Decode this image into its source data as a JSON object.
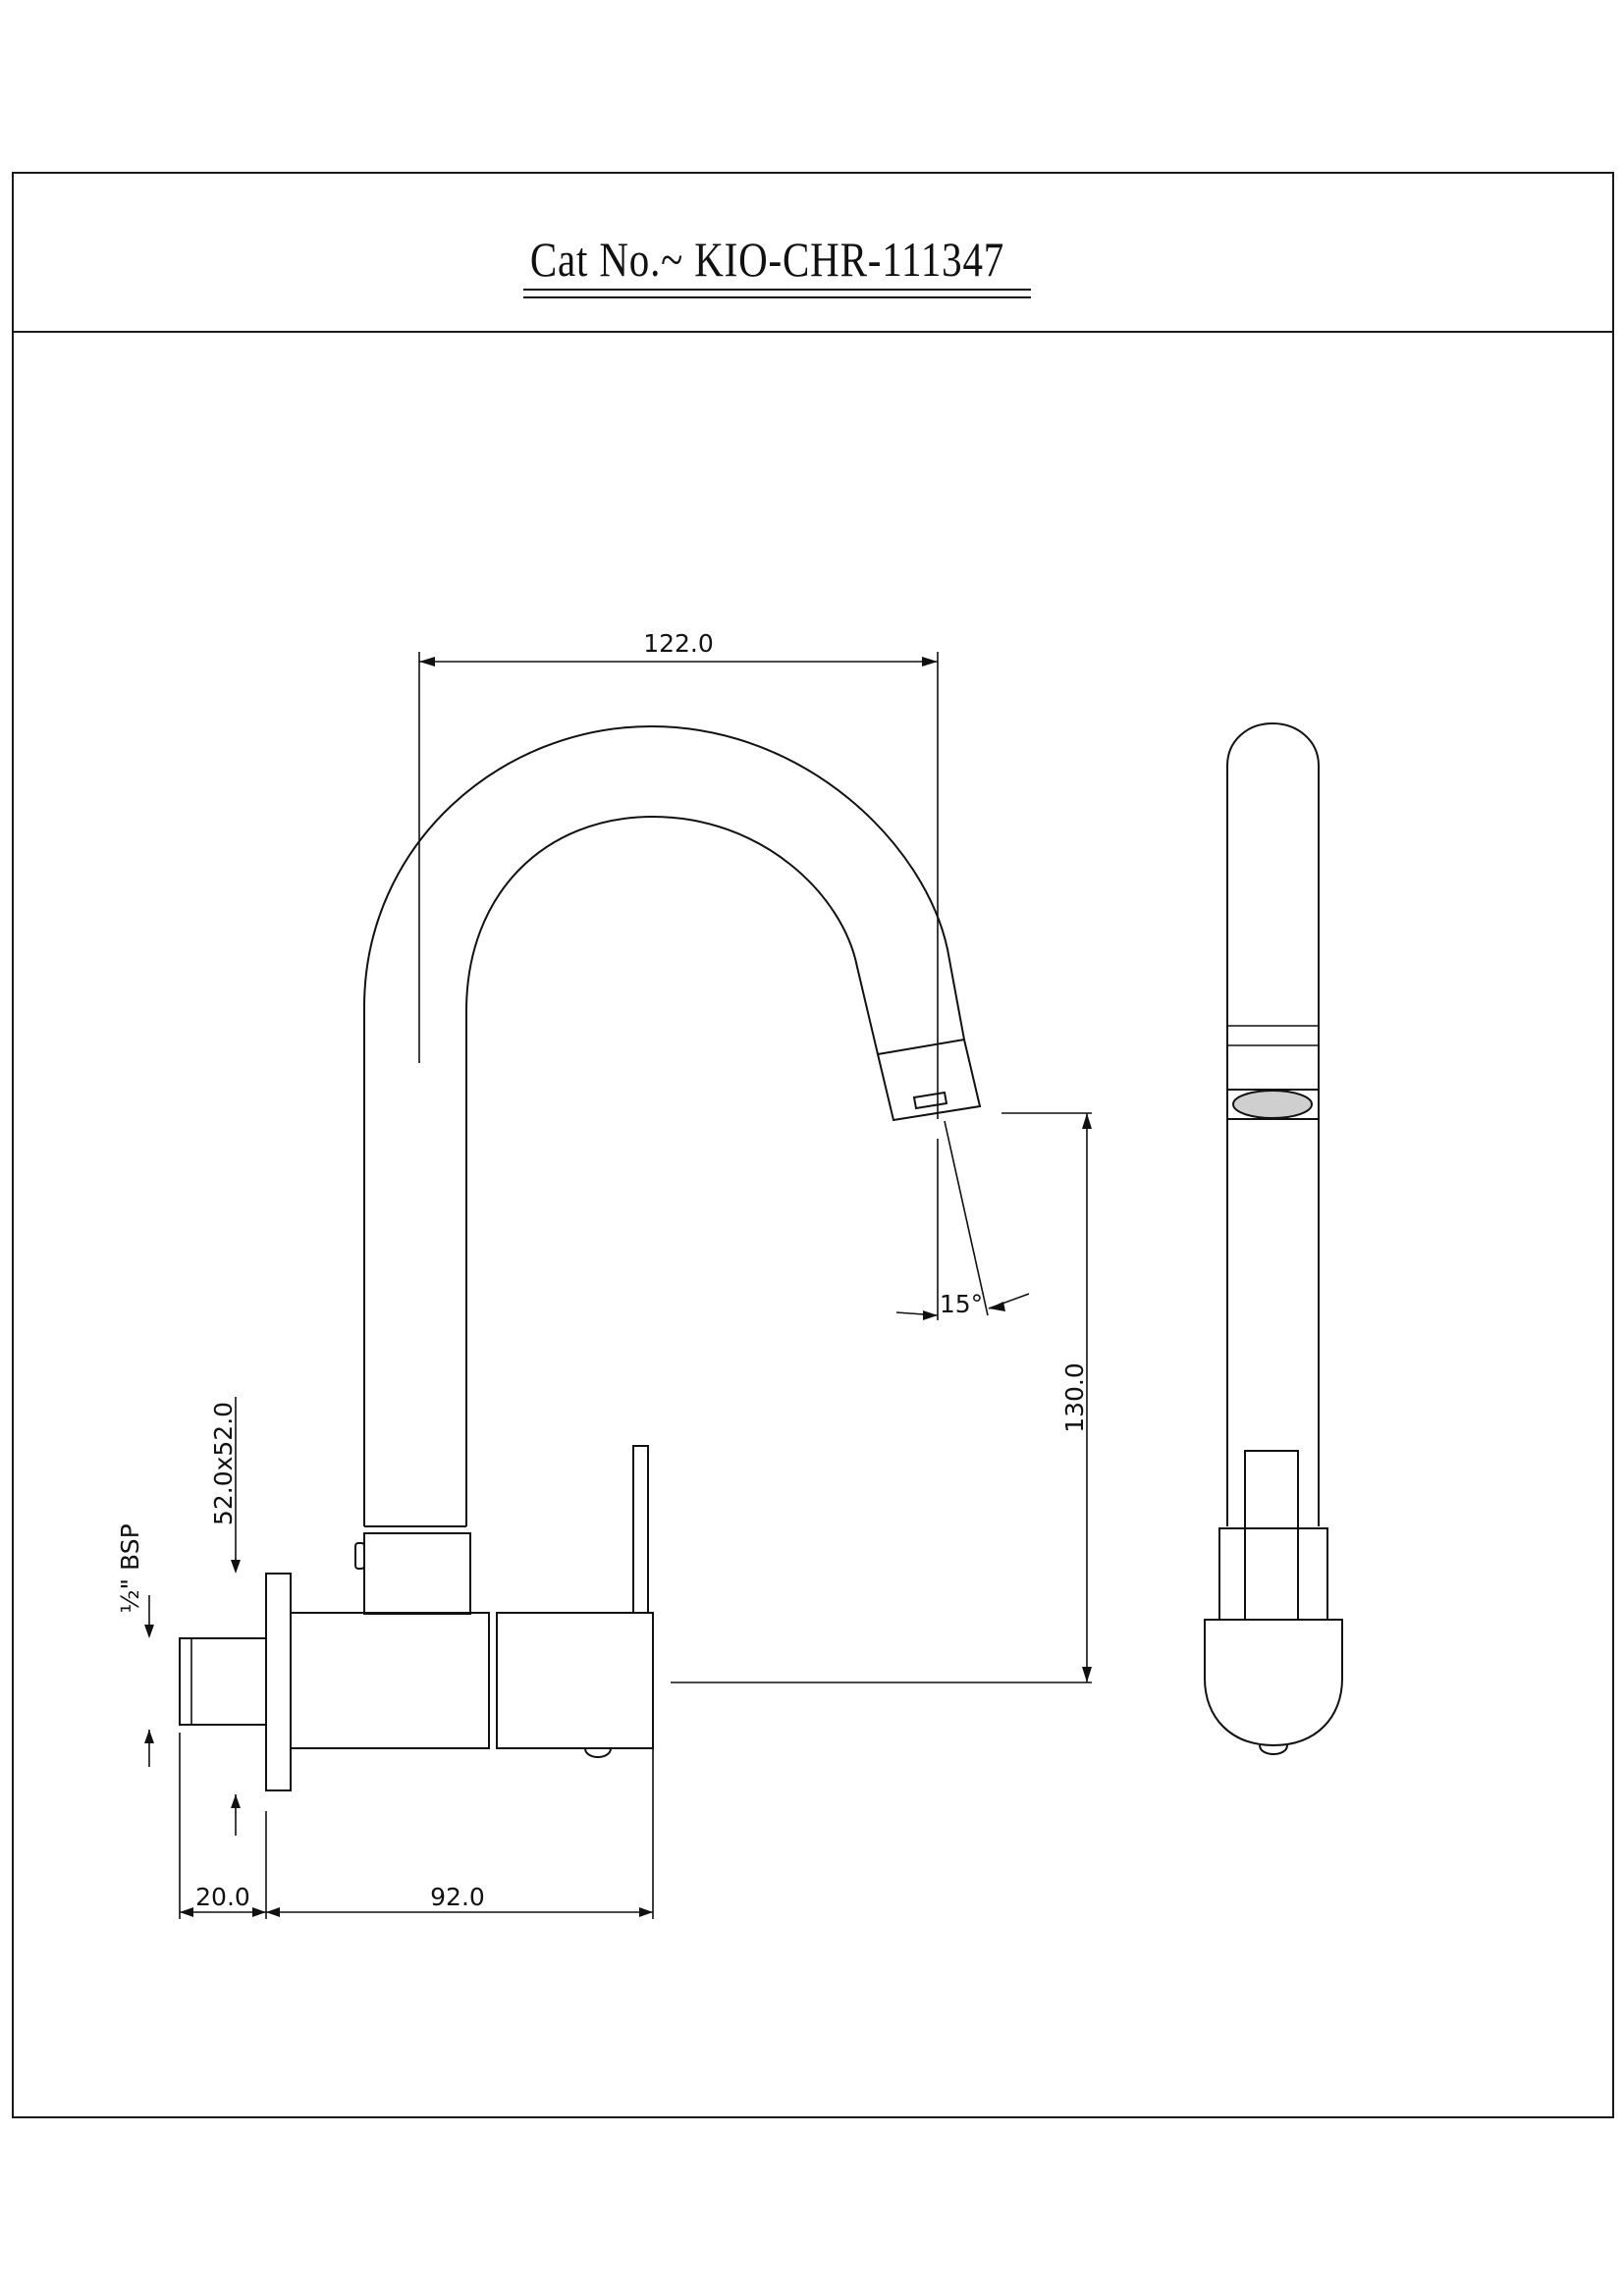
{
  "header": {
    "cat_no": "Cat No.~ KIO-CHR-111347"
  },
  "dimensions": {
    "spout_reach": "122.0",
    "height": "130.0",
    "angle": "15°",
    "flange": "52.0x52.0",
    "thread": "½\" BSP",
    "thread_length": "20.0",
    "body_depth": "92.0"
  }
}
